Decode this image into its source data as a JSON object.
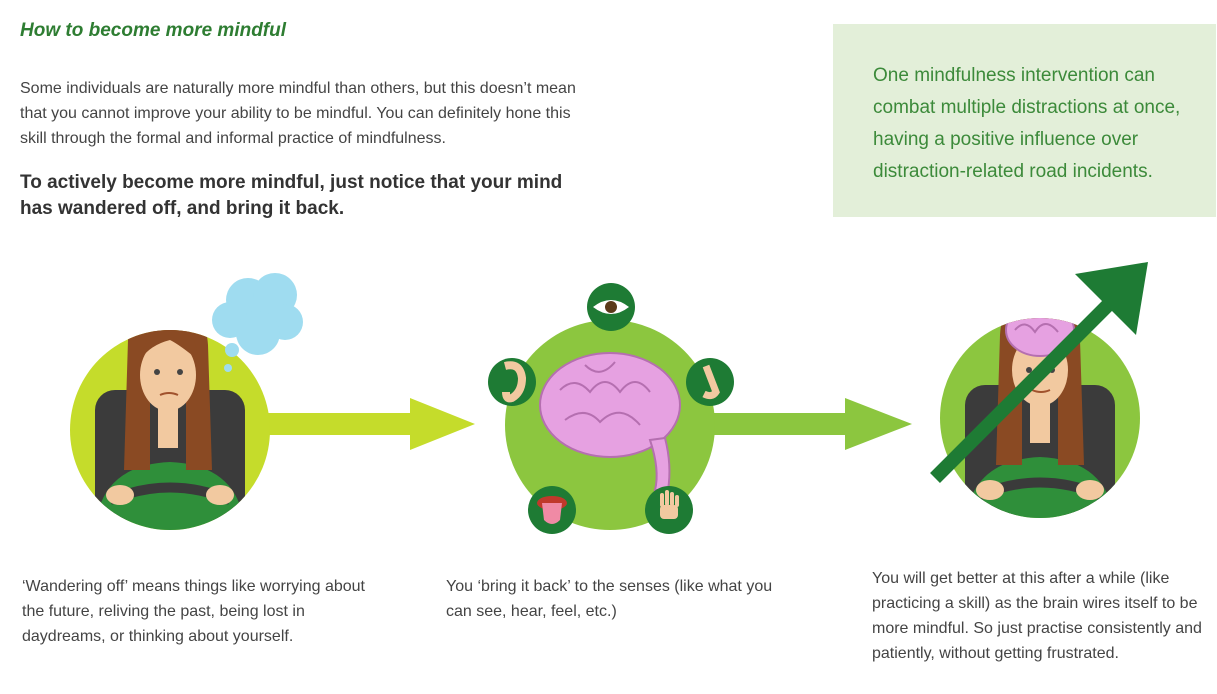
{
  "heading": "How to become more mindful",
  "intro": "Some individuals are naturally more mindful than others, but this doesn’t mean that you cannot improve your ability to be mindful. You can definitely hone this skill through the formal and informal practice of mindfulness.",
  "emphasis": "To actively become more mindful, just notice that your mind has wandered off, and bring it back.",
  "callout": "One mindfulness intervention can combat multiple distractions at once, having a positive influence over distraction-related road incidents.",
  "captions": {
    "wander": "‘Wandering off’ means things like worrying about the future, reliving the past, being lost in daydreams, or thinking about yourself.",
    "bring_back": "You ‘bring it back’ to the senses (like what you can see, hear, feel, etc.)",
    "improve": "You will get better at this after a while (like practicing a skill) as the brain wires itself to be more mindful. So just practise consistently and patiently, without getting frustrated."
  },
  "colors": {
    "heading_green": "#2e7d32",
    "lime": "#c5dc2b",
    "mid_green": "#8cc63f",
    "dark_green": "#1e7b34",
    "callout_bg": "#e3efd9",
    "brain_pink": "#e6a1e1",
    "thought_blue": "#9fdcf0"
  },
  "icons": [
    "thought-cloud-icon",
    "eye-icon",
    "ear-icon",
    "nose-icon",
    "tongue-icon",
    "hand-icon",
    "brain-icon",
    "arrow-right-icon",
    "arrow-up-icon"
  ]
}
